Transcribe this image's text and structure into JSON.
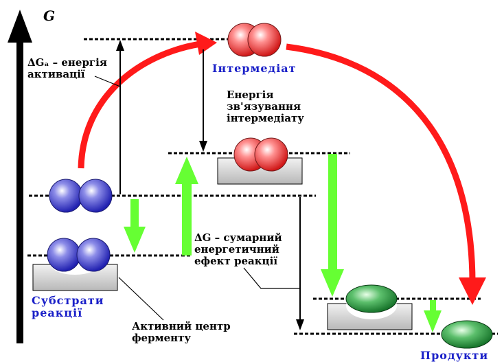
{
  "axis": {
    "label": "G"
  },
  "labels": {
    "activation_line1": "ΔGₐ – енергія",
    "activation_line2": "активації",
    "intermediate": "Інтермедіат",
    "binding_line1": "Енергія",
    "binding_line2": "зв'язування",
    "binding_line3": "інтермедіату",
    "total_line1": "ΔG – сумарний",
    "total_line2": "енергетичний",
    "total_line3": "ефект реакції",
    "substrates_line1": "Субстрати",
    "substrates_line2": "реакції",
    "active_center_line1": "Активний центр",
    "active_center_line2": "ферменту",
    "products": "Продукти"
  },
  "colors": {
    "curve": "#ff1a1a",
    "green_arrow": "#66ff33",
    "blue_label": "#1a20c8",
    "enzyme_fill": "#d0d0d0"
  }
}
